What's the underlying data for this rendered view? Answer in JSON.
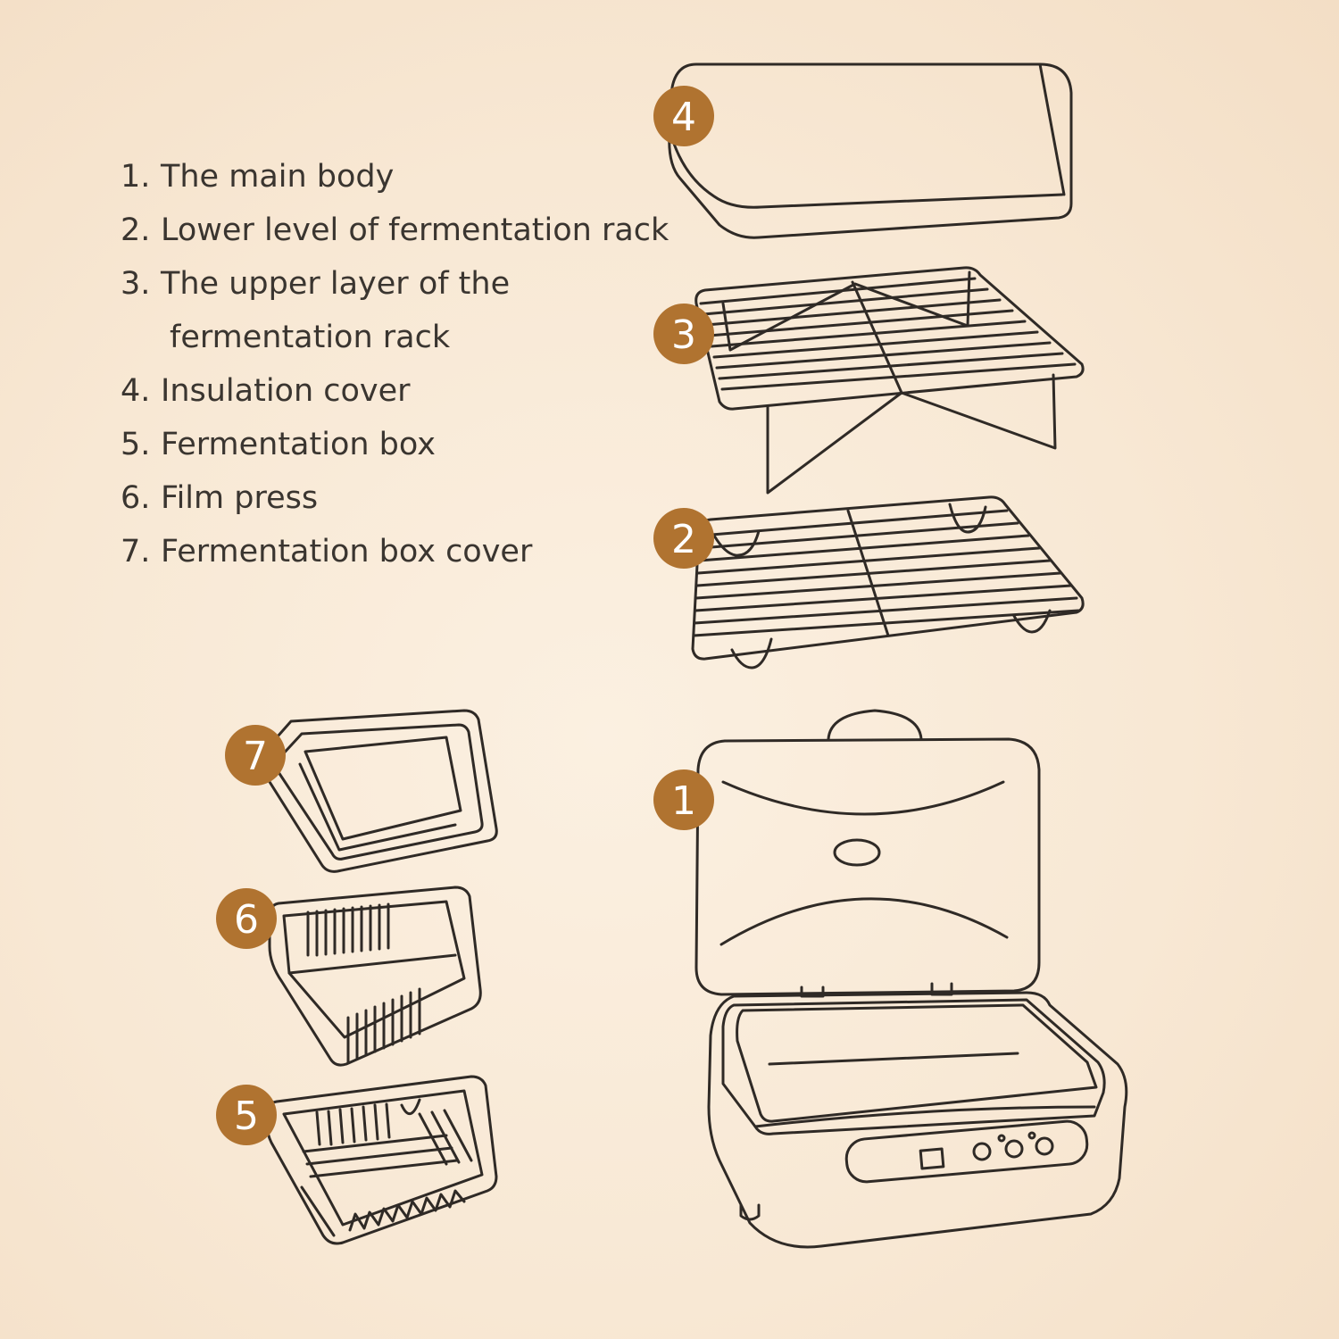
{
  "legend": {
    "items": [
      {
        "num": "1.",
        "text": "The main body"
      },
      {
        "num": "2.",
        "text": "Lower level of fermentation rack"
      },
      {
        "num": "3.",
        "text": "The upper layer of the",
        "cont": "fermentation rack"
      },
      {
        "num": "4.",
        "text": "Insulation cover"
      },
      {
        "num": "5.",
        "text": "Fermentation box"
      },
      {
        "num": "6.",
        "text": "Film press"
      },
      {
        "num": "7.",
        "text": "Fermentation box cover"
      }
    ]
  },
  "callouts": [
    "1",
    "2",
    "3",
    "4",
    "5",
    "6",
    "7"
  ],
  "colors": {
    "badge": "#b07330",
    "line": "#2f2a26",
    "background": "#f8e8d4"
  }
}
